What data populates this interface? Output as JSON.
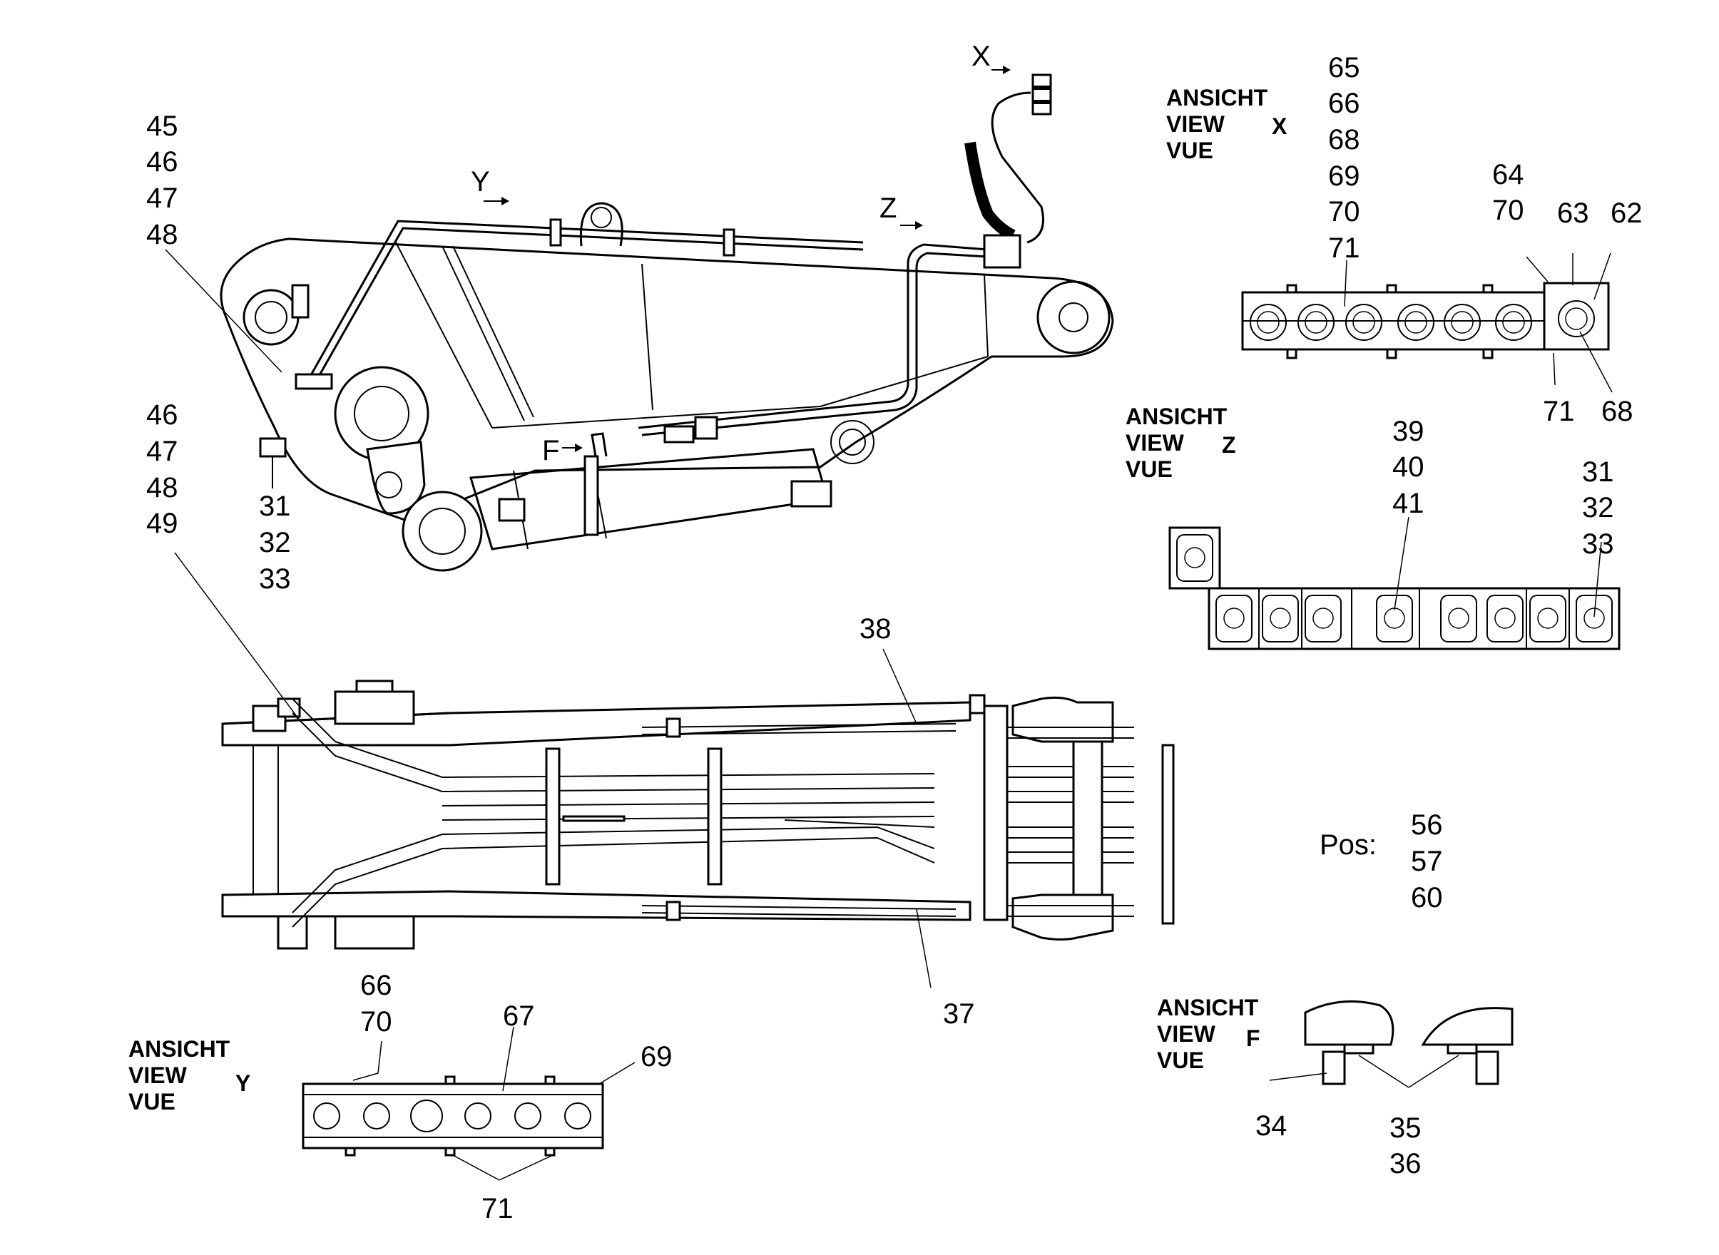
{
  "view_x": {
    "l1": "ANSICHT",
    "l2": "VIEW",
    "l3": "VUE",
    "letter": "X"
  },
  "view_z": {
    "l1": "ANSICHT",
    "l2": "VIEW",
    "l3": "VUE",
    "letter": "Z"
  },
  "view_y": {
    "l1": "ANSICHT",
    "l2": "VIEW",
    "l3": "VUE",
    "letter": "Y"
  },
  "view_f": {
    "l1": "ANSICHT",
    "l2": "VIEW",
    "l3": "VUE",
    "letter": "F"
  },
  "markers": {
    "x": "X",
    "y": "Y",
    "z": "Z",
    "f": "F"
  },
  "pos_label": "Pos:",
  "callouts": {
    "g45": [
      "45",
      "46",
      "47",
      "48"
    ],
    "g46": [
      "46",
      "47",
      "48",
      "49"
    ],
    "g31a": [
      "31",
      "32",
      "33"
    ],
    "g65": [
      "65",
      "66",
      "68",
      "69",
      "70",
      "71"
    ],
    "g64": [
      "64",
      "70"
    ],
    "c63": "63",
    "c62": "62",
    "c71x": "71",
    "c68x": "68",
    "g39": [
      "39",
      "40",
      "41"
    ],
    "g31b": [
      "31",
      "32",
      "33"
    ],
    "c38": "38",
    "c37": "37",
    "pos": [
      "56",
      "57",
      "60"
    ],
    "g66": [
      "66",
      "70"
    ],
    "c67": "67",
    "c69": "69",
    "c71y": "71",
    "c34": "34",
    "g35": [
      "35",
      "36"
    ]
  }
}
